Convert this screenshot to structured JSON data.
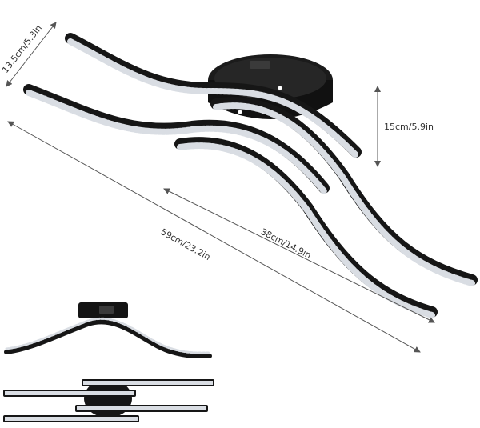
{
  "dimensions": {
    "depth_label": "13.5cm/5.3in",
    "height_label": "15cm/5.9in",
    "width_total_label": "59cm/23.2in",
    "width_inner_label": "38cm/14.9in"
  },
  "colors": {
    "frame": "#161616",
    "crystal": "#d9dde3",
    "dimension_line": "#555555",
    "background": "#ffffff"
  },
  "views": {
    "main": "perspective-view",
    "side": "side-view",
    "top": "top-view"
  }
}
